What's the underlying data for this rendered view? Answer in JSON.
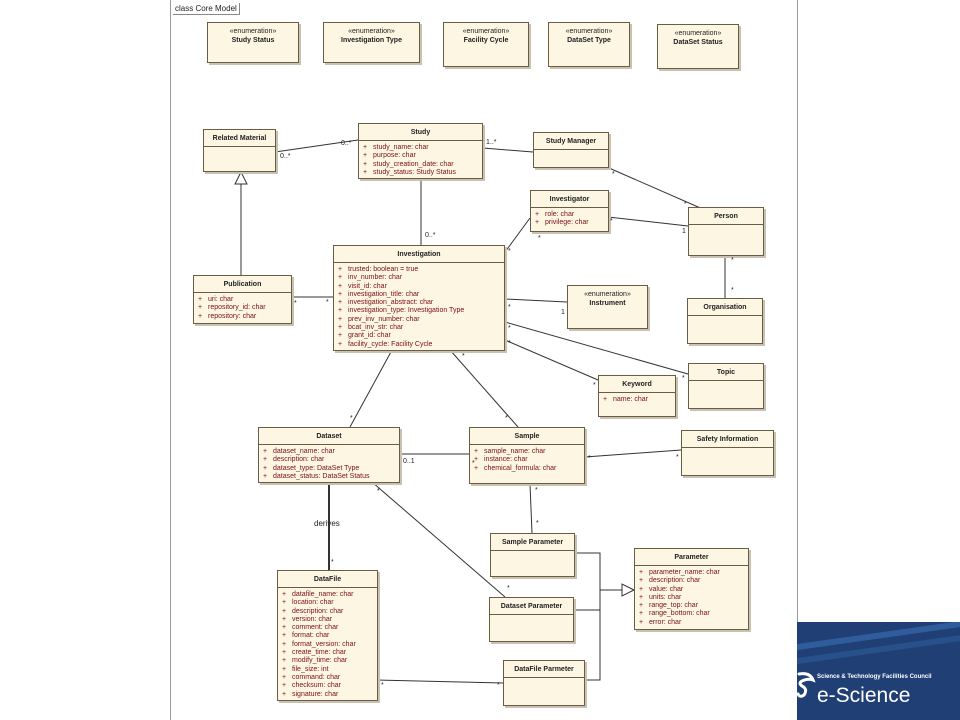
{
  "diagram": {
    "frame_label": "class Core Model",
    "classes": {
      "study_status": {
        "stereotype": "«enumeration»",
        "name": "Study Status"
      },
      "investigation_type": {
        "stereotype": "«enumeration»",
        "name": "Investigation Type"
      },
      "facility_cycle": {
        "stereotype": "«enumeration»",
        "name": "Facility Cycle"
      },
      "dataset_type": {
        "stereotype": "«enumeration»",
        "name": "DataSet Type"
      },
      "dataset_status": {
        "stereotype": "«enumeration»",
        "name": "DataSet Status"
      },
      "related_material": {
        "name": "Related Material"
      },
      "study": {
        "name": "Study",
        "attributes": [
          "study_name: char",
          "purpose: char",
          "study_creation_date: char",
          "study_status: Study Status"
        ]
      },
      "study_manager": {
        "name": "Study Manager"
      },
      "investigator": {
        "name": "Investigator",
        "attributes": [
          "role: char",
          "privilege: char"
        ]
      },
      "person": {
        "name": "Person"
      },
      "organisation": {
        "name": "Organisation"
      },
      "publication": {
        "name": "Publication",
        "attributes": [
          "uri: char",
          "repository_id: char",
          "repository: char"
        ]
      },
      "investigation": {
        "name": "Investigation",
        "attributes": [
          "trusted: boolean = true",
          "inv_number: char",
          "visit_id: char",
          "investigation_title: char",
          "investigation_abstract: char",
          "investigation_type: Investigation Type",
          "prev_inv_number: char",
          "bcat_inv_str: char",
          "grant_id: char",
          "facility_cycle: Facility Cycle"
        ]
      },
      "instrument": {
        "stereotype": "«enumeration»",
        "name": "Instrument"
      },
      "topic": {
        "name": "Topic"
      },
      "keyword": {
        "name": "Keyword",
        "attributes": [
          "name: char"
        ]
      },
      "dataset": {
        "name": "Dataset",
        "attributes": [
          "dataset_name: char",
          "description: char",
          "dataset_type: DataSet Type",
          "dataset_status: DataSet Status"
        ]
      },
      "sample": {
        "name": "Sample",
        "attributes": [
          "sample_name: char",
          "instance: char",
          "chemical_formula: char"
        ]
      },
      "safety_information": {
        "name": "Safety Information"
      },
      "sample_parameter": {
        "name": "Sample Parameter"
      },
      "parameter": {
        "name": "Parameter",
        "attributes": [
          "parameter_name: char",
          "description: char",
          "value: char",
          "units: char",
          "range_top: char",
          "range_bottom: char",
          "error: char"
        ]
      },
      "dataset_parameter": {
        "name": "Dataset Parameter"
      },
      "datafile": {
        "name": "DataFile",
        "attributes": [
          "datafile_name: char",
          "location: char",
          "description: char",
          "version: char",
          "comment: char",
          "format: char",
          "format_version: char",
          "create_time: char",
          "modify_time: char",
          "file_size: int",
          "command: char",
          "checksum: char",
          "signature: char"
        ]
      },
      "datafile_parameter": {
        "name": "DataFile Parmeter"
      }
    },
    "edge_labels": {
      "derives": "derives",
      "zero_many": "0..*",
      "one_many": "1..*",
      "many": "*",
      "one": "1",
      "zero_one": "0..1"
    },
    "attribute_marker": "+"
  },
  "branding": {
    "council": "Science & Technology Facilities Council",
    "program": "e-Science"
  }
}
